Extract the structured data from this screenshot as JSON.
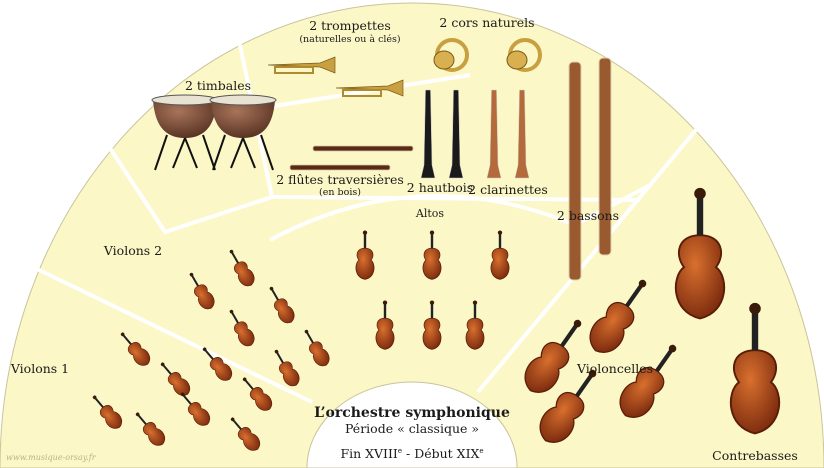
{
  "title": "L’orchestre symphonique",
  "subtitle": "Période « classique »",
  "period": "Fin XVIIIe - Début XIXe",
  "period_parts": {
    "a": "Fin XVIII",
    "sup1": "e",
    "b": " - Début XIX",
    "sup2": "e"
  },
  "watermark": "www.musique-orsay.fr",
  "colors": {
    "section_fill": "#fcf7c6",
    "divider": "#ffffff",
    "wood": "#a0441c",
    "brass": "#c9a040"
  },
  "sections": {
    "trompettes": {
      "label": "2 trompettes",
      "note": "(naturelles ou à clés)"
    },
    "cors": {
      "label": "2 cors naturels"
    },
    "timbales": {
      "label": "2 timbales"
    },
    "flutes": {
      "label": "2 flûtes traversières",
      "note": "(en bois)"
    },
    "hautbois": {
      "label": "2 hautbois"
    },
    "clarinettes": {
      "label": "2 clarinettes"
    },
    "bassons": {
      "label": "2 bassons"
    },
    "altos": {
      "label": "Altos"
    },
    "violons2": {
      "label": "Violons 2"
    },
    "violons1": {
      "label": "Violons 1"
    },
    "violoncelles": {
      "label": "Violoncelles"
    },
    "contrebasses": {
      "label": "Contrebasses"
    }
  }
}
